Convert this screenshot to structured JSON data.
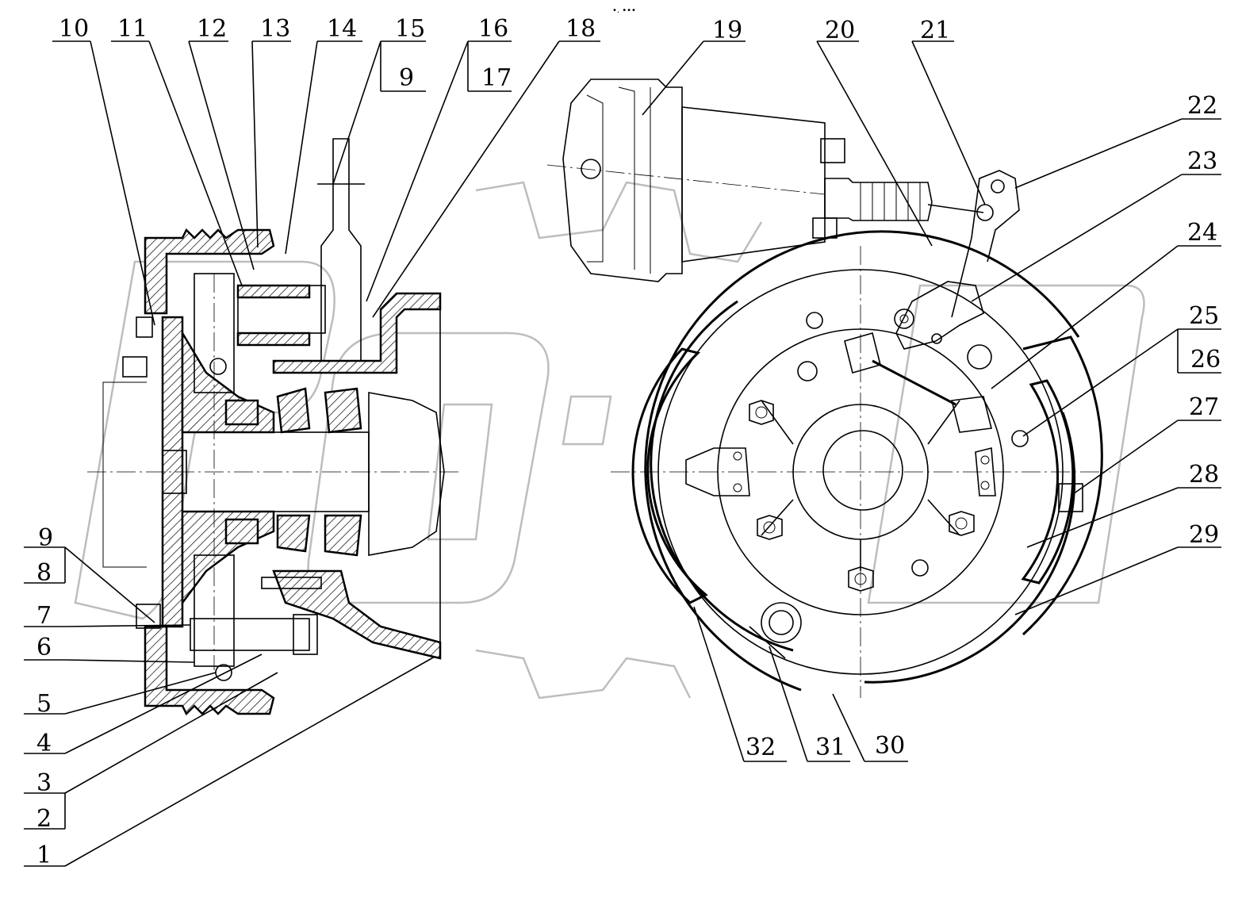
{
  "top_mark": "•. •••",
  "callouts": [
    {
      "id": "c1",
      "text": "1"
    },
    {
      "id": "c2",
      "text": "2"
    },
    {
      "id": "c3",
      "text": "3"
    },
    {
      "id": "c4",
      "text": "4"
    },
    {
      "id": "c5",
      "text": "5"
    },
    {
      "id": "c6",
      "text": "6"
    },
    {
      "id": "c7",
      "text": "7"
    },
    {
      "id": "c8",
      "text": "8"
    },
    {
      "id": "c9b",
      "text": "9"
    },
    {
      "id": "c10",
      "text": "10"
    },
    {
      "id": "c11",
      "text": "11"
    },
    {
      "id": "c12",
      "text": "12"
    },
    {
      "id": "c13",
      "text": "13"
    },
    {
      "id": "c14",
      "text": "14"
    },
    {
      "id": "c15",
      "text": "15"
    },
    {
      "id": "c9t",
      "text": "9"
    },
    {
      "id": "c16",
      "text": "16"
    },
    {
      "id": "c17",
      "text": "17"
    },
    {
      "id": "c18",
      "text": "18"
    },
    {
      "id": "c19",
      "text": "19"
    },
    {
      "id": "c20",
      "text": "20"
    },
    {
      "id": "c21",
      "text": "21"
    },
    {
      "id": "c22",
      "text": "22"
    },
    {
      "id": "c23",
      "text": "23"
    },
    {
      "id": "c24",
      "text": "24"
    },
    {
      "id": "c25",
      "text": "25"
    },
    {
      "id": "c26",
      "text": "26"
    },
    {
      "id": "c27",
      "text": "27"
    },
    {
      "id": "c28",
      "text": "28"
    },
    {
      "id": "c29",
      "text": "29"
    },
    {
      "id": "c30",
      "text": "30"
    },
    {
      "id": "c31",
      "text": "31"
    },
    {
      "id": "c32",
      "text": "32"
    }
  ],
  "watermark_text": "OPEX"
}
